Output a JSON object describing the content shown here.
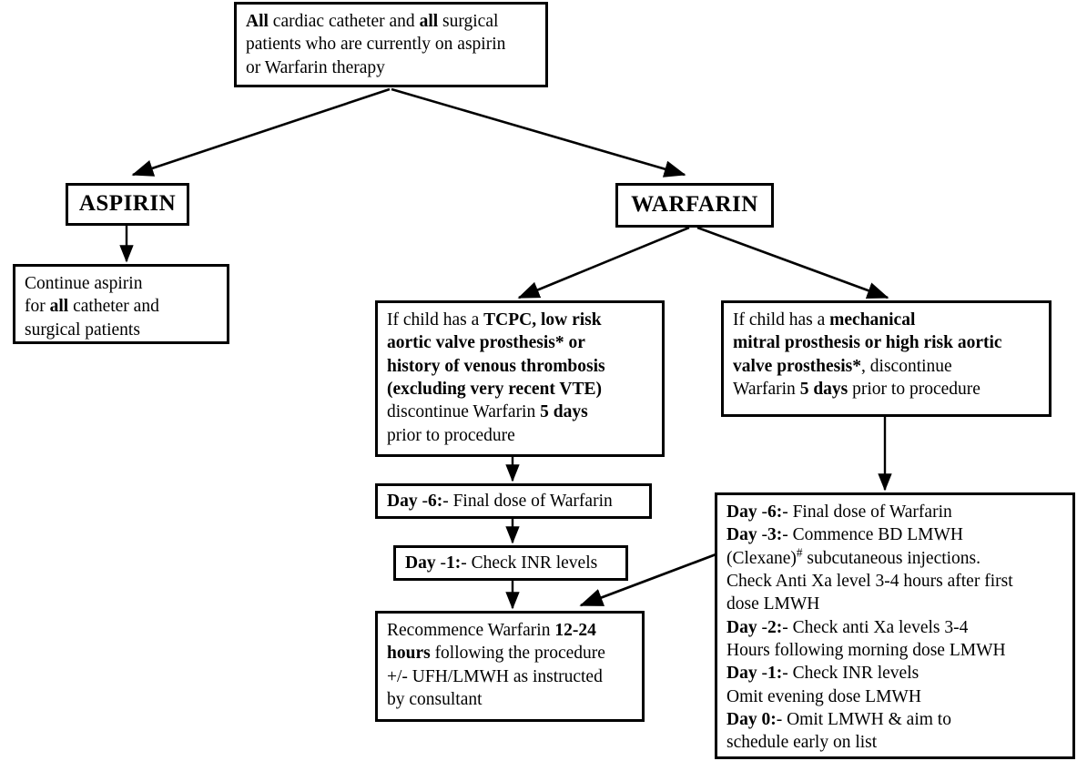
{
  "document": {
    "title": "Peri-procedural anticoagulation management flowchart"
  },
  "nodes": {
    "root": {
      "name": "root-indication-box",
      "lines": [
        {
          "segments": [
            {
              "t": "All",
              "b": true
            },
            {
              "t": " cardiac catheter and ",
              "b": false
            },
            {
              "t": "all",
              "b": true
            },
            {
              "t": " surgical",
              "b": false
            }
          ]
        },
        {
          "segments": [
            {
              "t": "patients who are currently on aspirin",
              "b": false
            }
          ]
        },
        {
          "segments": [
            {
              "t": "or Warfarin therapy",
              "b": false
            }
          ]
        }
      ]
    },
    "aspirin": {
      "name": "aspirin-branch-box",
      "label": "ASPIRIN"
    },
    "warfarin": {
      "name": "warfarin-branch-box",
      "label": "WARFARIN"
    },
    "continue_aspirin": {
      "name": "continue-aspirin-box",
      "lines": [
        {
          "segments": [
            {
              "t": "Continue aspirin",
              "b": false
            }
          ]
        },
        {
          "segments": [
            {
              "t": "for ",
              "b": false
            },
            {
              "t": "all",
              "b": true
            },
            {
              "t": " catheter and",
              "b": false
            }
          ]
        },
        {
          "segments": [
            {
              "t": "surgical patients",
              "b": false
            }
          ]
        }
      ]
    },
    "low_risk": {
      "name": "low-risk-criteria-box",
      "lines": [
        {
          "segments": [
            {
              "t": "If child has a ",
              "b": false
            },
            {
              "t": "TCPC, low risk",
              "b": true
            }
          ]
        },
        {
          "segments": [
            {
              "t": "aortic valve prosthesis* or",
              "b": true
            }
          ]
        },
        {
          "segments": [
            {
              "t": "history of venous thrombosis",
              "b": true
            }
          ]
        },
        {
          "segments": [
            {
              "t": "(excluding very recent VTE)",
              "b": true
            }
          ]
        },
        {
          "segments": [
            {
              "t": "discontinue Warfarin ",
              "b": false
            },
            {
              "t": "5 days",
              "b": true
            }
          ]
        },
        {
          "segments": [
            {
              "t": "prior to procedure",
              "b": false
            }
          ]
        }
      ]
    },
    "high_risk": {
      "name": "high-risk-criteria-box",
      "lines": [
        {
          "segments": [
            {
              "t": "If child has a ",
              "b": false
            },
            {
              "t": "mechanical",
              "b": true
            }
          ]
        },
        {
          "segments": [
            {
              "t": "mitral prosthesis or high risk aortic",
              "b": true
            }
          ]
        },
        {
          "segments": [
            {
              "t": "valve prosthesis*",
              "b": true
            },
            {
              "t": ", discontinue",
              "b": false
            }
          ]
        },
        {
          "segments": [
            {
              "t": "Warfarin ",
              "b": false
            },
            {
              "t": "5 days",
              "b": true
            },
            {
              "t": " prior to procedure",
              "b": false
            }
          ]
        }
      ]
    },
    "day_minus6": {
      "name": "day-minus-6-box",
      "lines": [
        {
          "segments": [
            {
              "t": "Day",
              "b": true
            },
            {
              "t": " -",
              "b": false
            },
            {
              "t": "6",
              "b": true
            },
            {
              "t": ":",
              "b": true
            },
            {
              "t": "- Final dose of Warfarin",
              "b": false
            }
          ]
        }
      ]
    },
    "day_minus1": {
      "name": "day-minus-1-box",
      "lines": [
        {
          "segments": [
            {
              "t": "Day",
              "b": true
            },
            {
              "t": " -",
              "b": false
            },
            {
              "t": "1",
              "b": true
            },
            {
              "t": ":",
              "b": true
            },
            {
              "t": "- Check INR levels",
              "b": false
            }
          ]
        }
      ]
    },
    "recommence": {
      "name": "recommence-warfarin-box",
      "lines": [
        {
          "segments": [
            {
              "t": "Recommence Warfarin ",
              "b": false
            },
            {
              "t": "12-24",
              "b": true
            }
          ]
        },
        {
          "segments": [
            {
              "t": "hours",
              "b": true
            },
            {
              "t": " following the procedure",
              "b": false
            }
          ]
        },
        {
          "segments": [
            {
              "t": "+/- UFH/LMWH as instructed",
              "b": false
            }
          ]
        },
        {
          "segments": [
            {
              "t": "by consultant",
              "b": false
            }
          ]
        }
      ]
    },
    "bridging": {
      "name": "lmwh-bridging-protocol-box",
      "lines": [
        {
          "segments": [
            {
              "t": "Day",
              "b": true
            },
            {
              "t": " -",
              "b": false
            },
            {
              "t": "6",
              "b": true
            },
            {
              "t": ":",
              "b": true
            },
            {
              "t": "- Final dose of Warfarin",
              "b": false
            }
          ]
        },
        {
          "segments": [
            {
              "t": "Day",
              "b": true
            },
            {
              "t": " -",
              "b": false
            },
            {
              "t": "3",
              "b": true
            },
            {
              "t": ":",
              "b": true
            },
            {
              "t": "- Commence BD LMWH",
              "b": false
            }
          ]
        },
        {
          "segments": [
            {
              "t": "(Clexane)",
              "b": false
            },
            {
              "t": "#",
              "b": false,
              "sup": true
            },
            {
              "t": " subcutaneous injections.",
              "b": false
            }
          ]
        },
        {
          "segments": [
            {
              "t": "Check Anti Xa level 3-4 hours after first",
              "b": false
            }
          ]
        },
        {
          "segments": [
            {
              "t": "dose LMWH",
              "b": false
            }
          ]
        },
        {
          "segments": [
            {
              "t": "Day",
              "b": true
            },
            {
              "t": " -",
              "b": false
            },
            {
              "t": "2",
              "b": true
            },
            {
              "t": ":",
              "b": true
            },
            {
              "t": "- Check anti Xa levels 3-4",
              "b": false
            }
          ]
        },
        {
          "segments": [
            {
              "t": "Hours following morning dose LMWH",
              "b": false
            }
          ]
        },
        {
          "segments": [
            {
              "t": "Day",
              "b": true
            },
            {
              "t": " -",
              "b": false
            },
            {
              "t": "1",
              "b": true
            },
            {
              "t": ":",
              "b": true
            },
            {
              "t": "- Check INR levels",
              "b": false
            }
          ]
        },
        {
          "segments": [
            {
              "t": "Omit evening dose LMWH",
              "b": false
            }
          ]
        },
        {
          "segments": [
            {
              "t": "Day 0:",
              "b": true
            },
            {
              "t": "- Omit LMWH & aim to",
              "b": false
            }
          ]
        },
        {
          "segments": [
            {
              "t": "schedule early on list",
              "b": false
            }
          ]
        }
      ]
    }
  },
  "edges": [
    {
      "name": "edge-root-to-aspirin",
      "from": "root",
      "to": "aspirin",
      "style": "diagonal"
    },
    {
      "name": "edge-root-to-warfarin",
      "from": "root",
      "to": "warfarin",
      "style": "diagonal"
    },
    {
      "name": "edge-aspirin-to-continue",
      "from": "aspirin",
      "to": "continue_aspirin",
      "style": "vertical"
    },
    {
      "name": "edge-warfarin-to-low-risk",
      "from": "warfarin",
      "to": "low_risk",
      "style": "diagonal"
    },
    {
      "name": "edge-warfarin-to-high-risk",
      "from": "warfarin",
      "to": "high_risk",
      "style": "diagonal"
    },
    {
      "name": "edge-low-risk-to-day-6",
      "from": "low_risk",
      "to": "day_minus6",
      "style": "vertical"
    },
    {
      "name": "edge-day-6-to-day-1",
      "from": "day_minus6",
      "to": "day_minus1",
      "style": "vertical"
    },
    {
      "name": "edge-day-1-to-recommence",
      "from": "day_minus1",
      "to": "recommence",
      "style": "vertical"
    },
    {
      "name": "edge-high-risk-to-bridging",
      "from": "high_risk",
      "to": "bridging",
      "style": "vertical"
    },
    {
      "name": "edge-bridging-to-recommence",
      "from": "bridging",
      "to": "recommence",
      "style": "diagonal"
    }
  ],
  "colors": {
    "stroke": "#000000",
    "background": "#ffffff",
    "text": "#000000"
  }
}
